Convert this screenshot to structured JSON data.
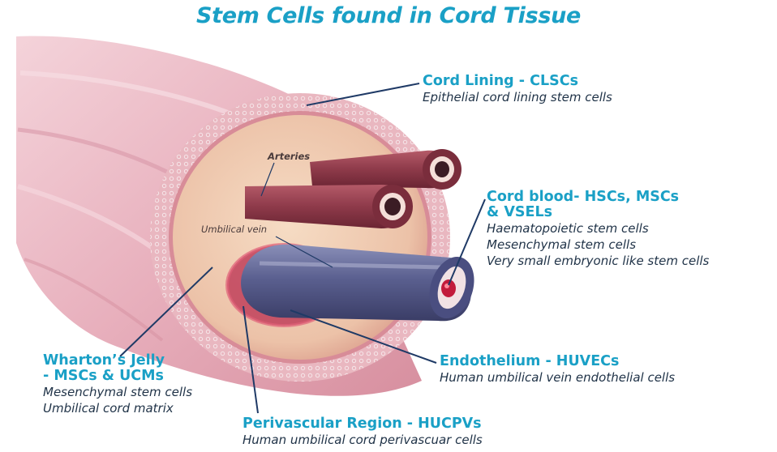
{
  "title": "Stem Cells found in Cord Tissue",
  "colors": {
    "heading": "#1aa0c6",
    "subtext": "#1f3247",
    "leader_line": "#1f3a66",
    "cord_outer": "#eab6c2",
    "tissue": "#eec9ae",
    "artery": "#8e3a4a",
    "vein": "#4b4f7e"
  },
  "inner_tags": {
    "arteries": "Arteries",
    "umbilical_vein": "Umbilical vein"
  },
  "labels": {
    "cord_lining": {
      "heading": "Cord Lining - CLSCs",
      "lines": [
        "Epithelial cord lining stem cells"
      ]
    },
    "cord_blood": {
      "heading_line1": "Cord blood- HSCs, MSCs",
      "heading_line2": "& VSELs",
      "lines": [
        "Haematopoietic stem cells",
        "Mesenchymal stem cells",
        "Very small embryonic like stem cells"
      ]
    },
    "whartons_jelly": {
      "heading_line1": "Wharton’s Jelly",
      "heading_line2": "- MSCs & UCMs",
      "lines": [
        "Mesenchymal stem cells",
        "Umbilical cord matrix"
      ]
    },
    "endothelium": {
      "heading": "Endothelium - HUVECs",
      "lines": [
        "Human umbilical vein endothelial cells"
      ]
    },
    "perivascular": {
      "heading": "Perivascular Region - HUCPVs",
      "lines": [
        "Human umbilical cord perivascuar cells"
      ]
    }
  }
}
